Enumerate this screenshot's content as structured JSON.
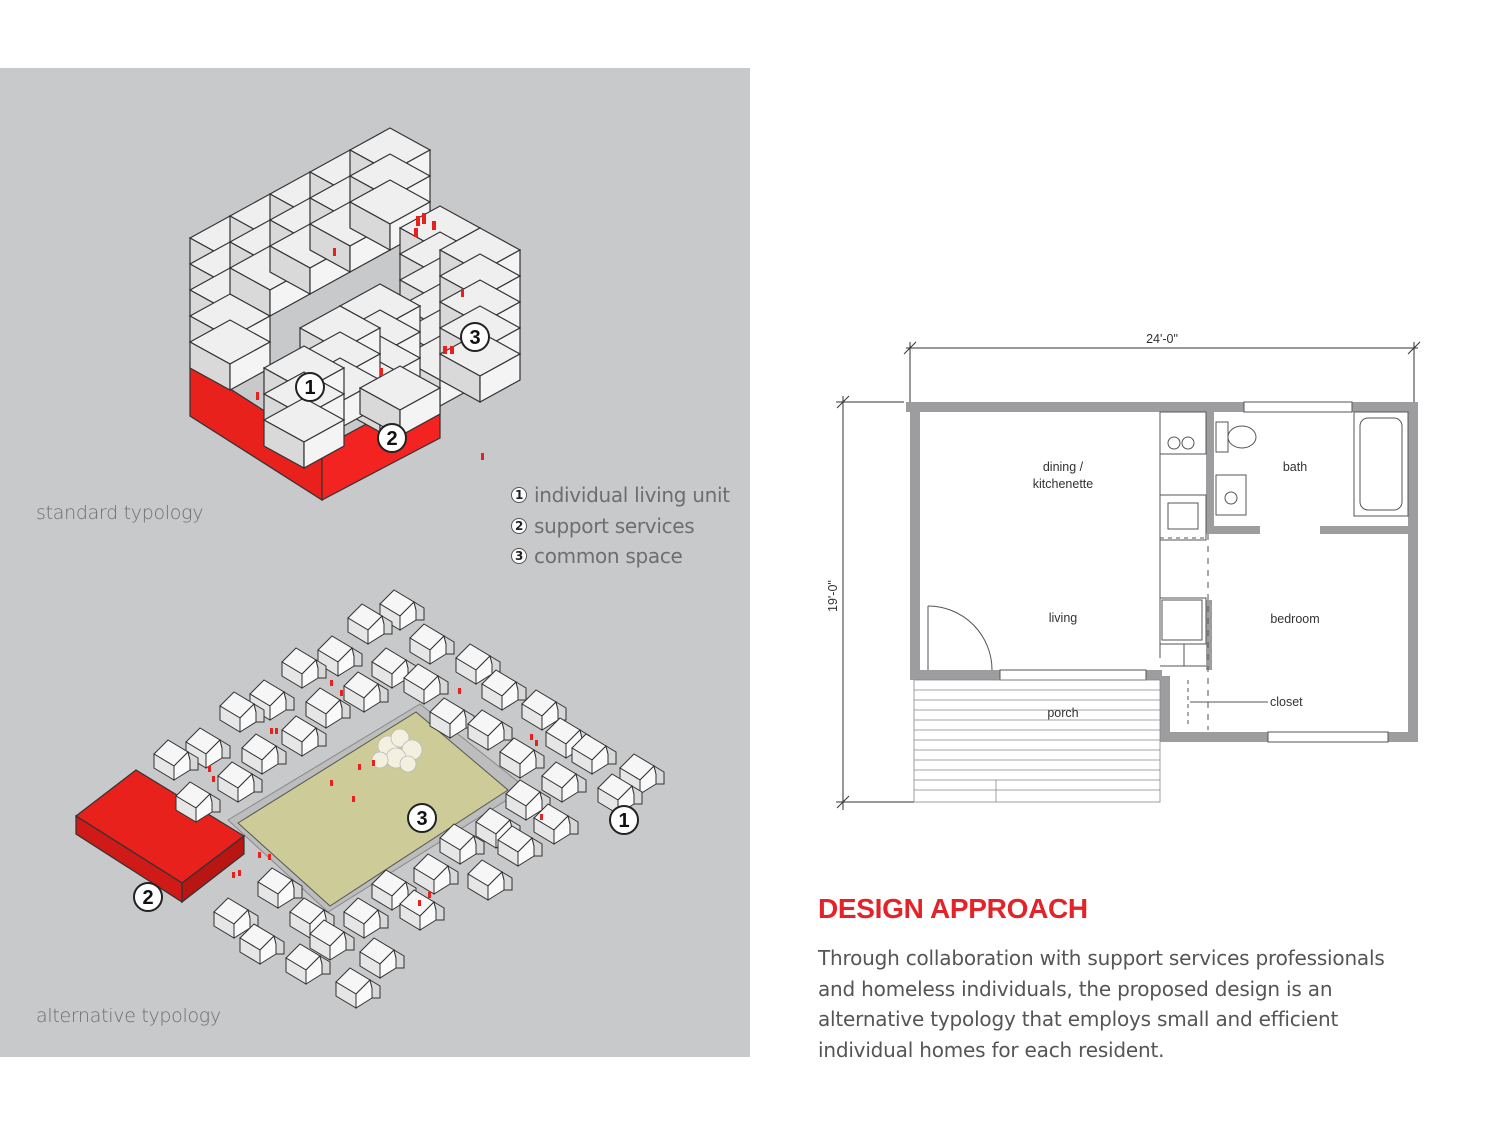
{
  "left_panel": {
    "standard_label": "standard typology",
    "alternative_label": "alternative typology",
    "markers": {
      "one": "1",
      "two": "2",
      "three": "3"
    },
    "legend": [
      {
        "num": "1",
        "label": "individual living unit"
      },
      {
        "num": "2",
        "label": "support services"
      },
      {
        "num": "3",
        "label": "common space"
      }
    ],
    "colors": {
      "panel": "#c8c9cb",
      "support": "#ee2224",
      "common": "#cdcb98",
      "unit": "#ececec"
    }
  },
  "floor_plan": {
    "width_dim": "24'-0\"",
    "height_dim": "19'-0\"",
    "rooms": {
      "dining_line1": "dining /",
      "dining_line2": "kitchenette",
      "bath": "bath",
      "living": "living",
      "bedroom": "bedroom",
      "porch": "porch",
      "closet": "closet"
    }
  },
  "design_approach": {
    "heading": "DESIGN APPROACH",
    "body": "Through collaboration with support services professionals and homeless individuals, the proposed design is an alternative typology that employs small and efficient individual homes for each resident."
  }
}
